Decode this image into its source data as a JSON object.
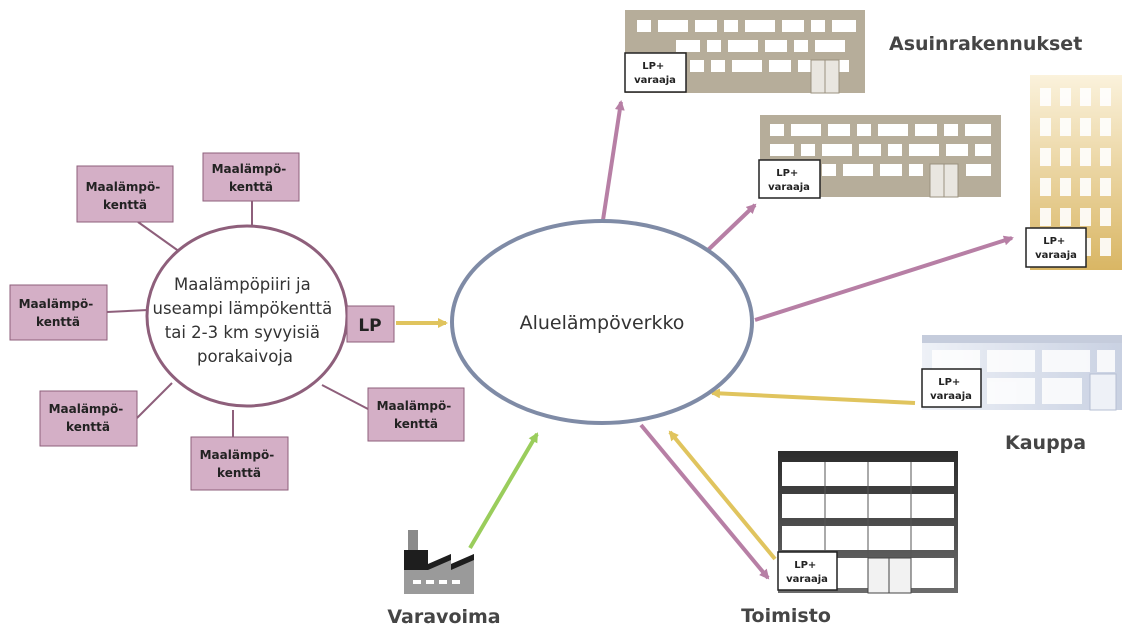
{
  "colors": {
    "field_fill": "#d4afc6",
    "field_stroke": "#8e5f7b",
    "circle_stroke": "#8e5f7b",
    "network_stroke": "#7f8ba6",
    "arrow_supply": "#b77fa5",
    "arrow_return": "#e0c45e",
    "arrow_backup": "#9acd5c",
    "building_residential": "#b6ad9a",
    "building_tower": "#e8cc8e",
    "building_shop": "#d6dce8",
    "building_office": "#555555"
  },
  "source": {
    "circle_lines": [
      "Maalämpöpiiri ja",
      "useampi lämpökenttä",
      "tai 2-3 km syvyisiä",
      "porakaivoja"
    ],
    "lp_label": "LP",
    "fields": [
      [
        "Maalämpö-",
        "kenttä"
      ],
      [
        "Maalämpö-",
        "kenttä"
      ],
      [
        "Maalämpö-",
        "kenttä"
      ],
      [
        "Maalämpö-",
        "kenttä"
      ],
      [
        "Maalämpö-",
        "kenttä"
      ],
      [
        "Maalämpö-",
        "kenttä"
      ]
    ]
  },
  "network": {
    "label": "Aluelämpöverkko"
  },
  "consumers": {
    "residential_label": "Asuinrakennukset",
    "shop_label": "Kauppa",
    "office_label": "Toimisto",
    "backup_label": "Varavoima",
    "storage_badge": [
      "LP+",
      "varaaja"
    ]
  }
}
